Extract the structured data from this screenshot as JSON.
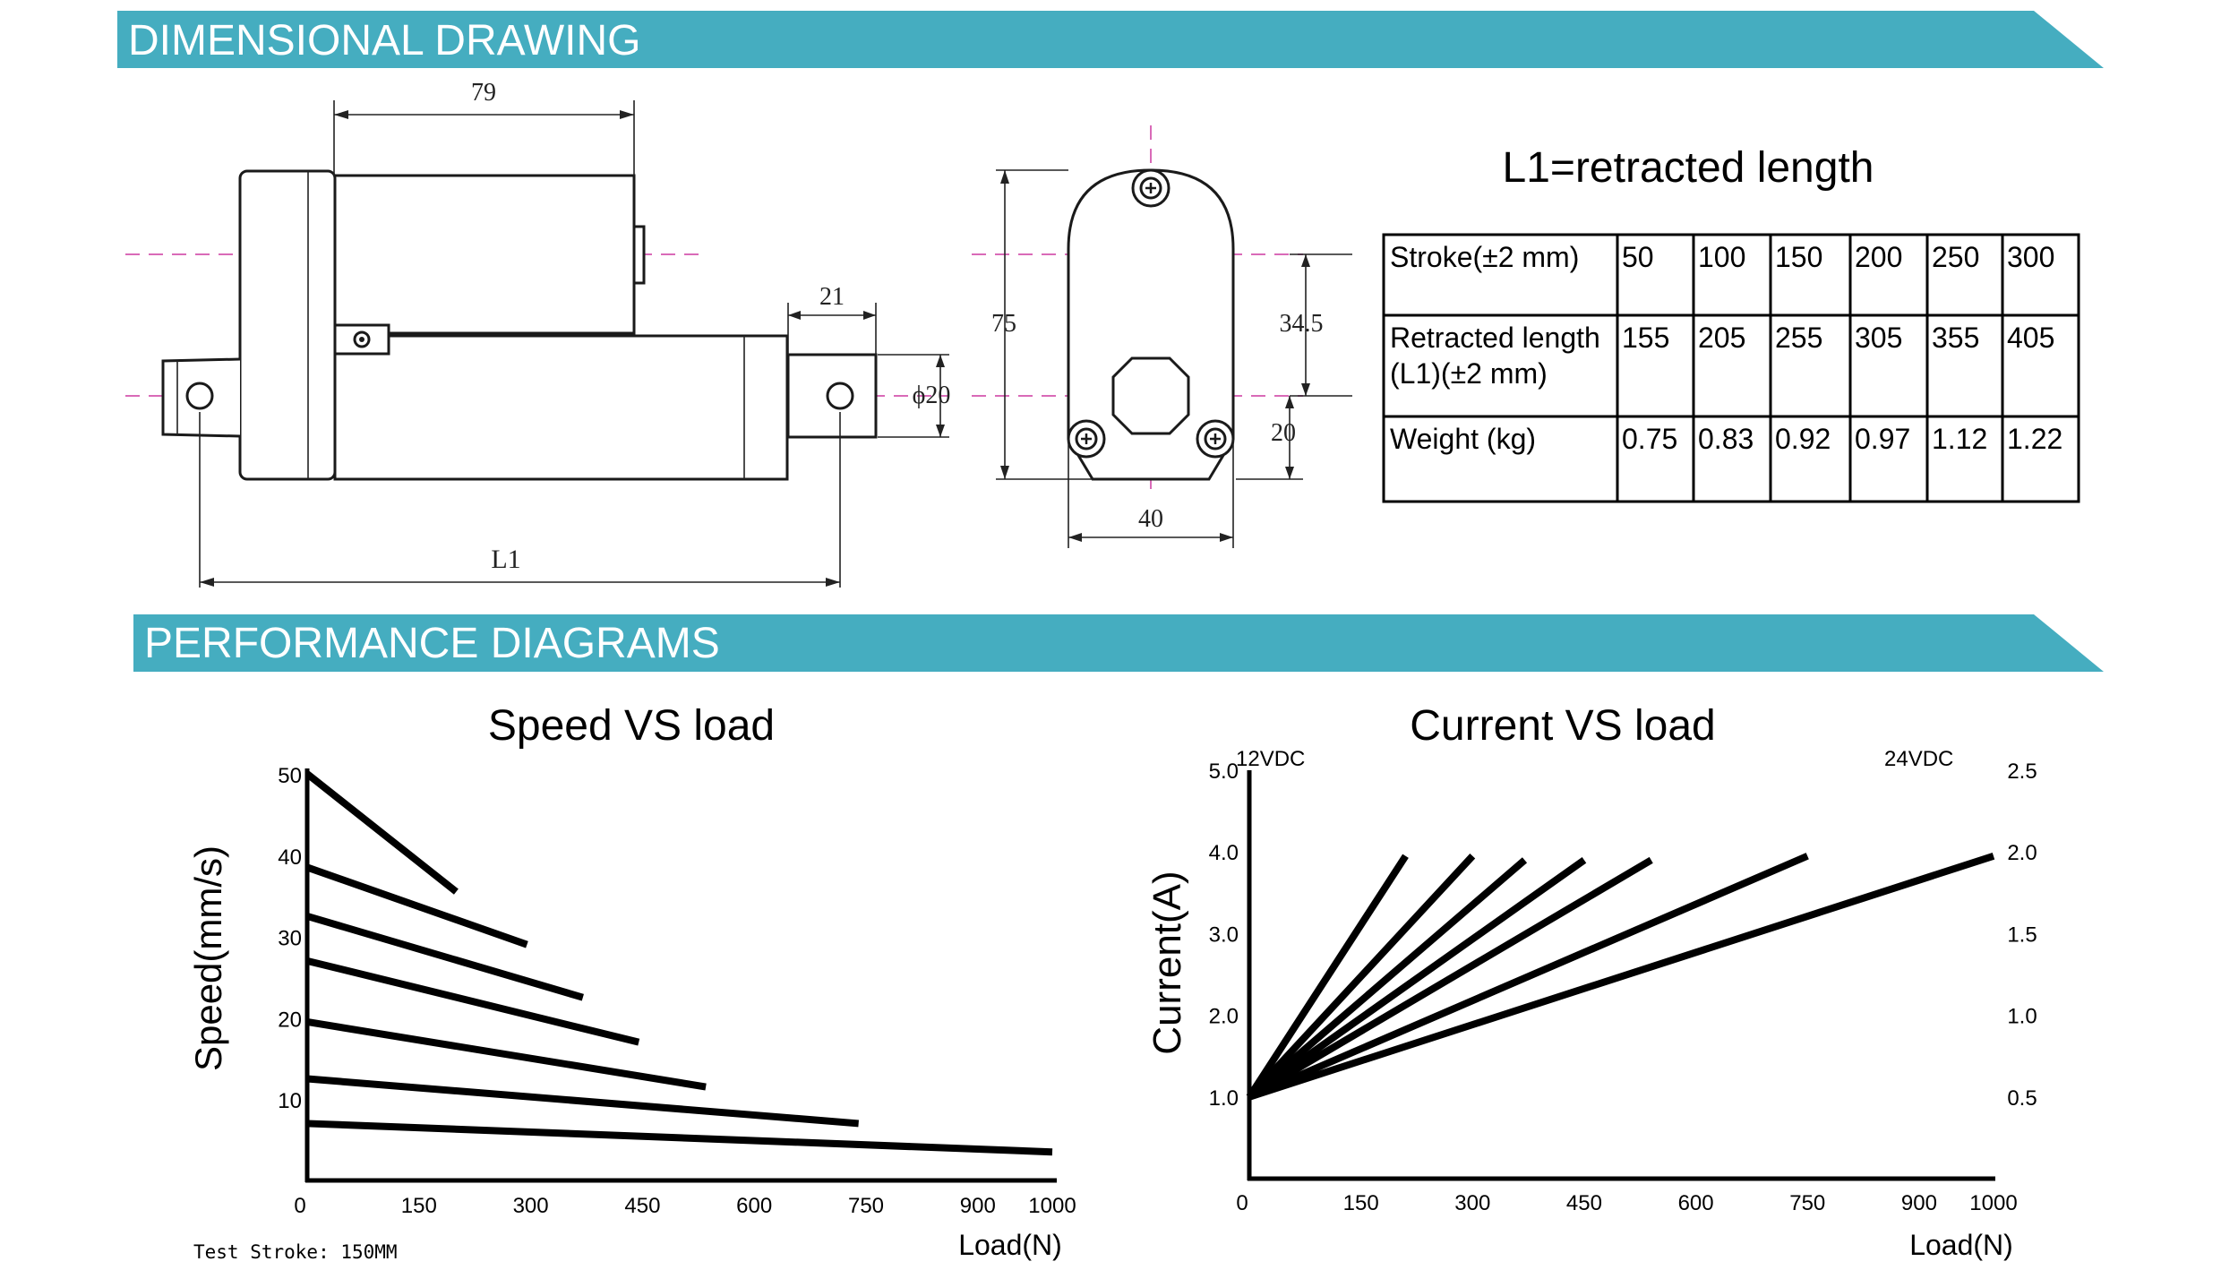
{
  "sections": {
    "dimensional": "DIMENSIONAL DRAWING",
    "performance": "PERFORMANCE DIAGRAMS"
  },
  "colors": {
    "banner": "#45adc0",
    "centerline": "#d96ab8"
  },
  "drawing": {
    "side_dims": {
      "top": "79",
      "right": "21",
      "bottom": "L1",
      "dia": "ϕ20"
    },
    "end_dims": {
      "height": "75",
      "offset": "34.5",
      "lower": "20",
      "width": "40"
    }
  },
  "table": {
    "title": "L1=retracted length",
    "rows": [
      {
        "label": [
          "Stroke(±2 mm)"
        ],
        "values": [
          "50",
          "100",
          "150",
          "200",
          "250",
          "300"
        ]
      },
      {
        "label": [
          "Retracted length",
          "(L1)(±2 mm)"
        ],
        "values": [
          "155",
          "205",
          "255",
          "305",
          "355",
          "405"
        ]
      },
      {
        "label": [
          "Weight (kg)"
        ],
        "values": [
          "0.75",
          "0.83",
          "0.92",
          "0.97",
          "1.12",
          "1.22"
        ]
      }
    ]
  },
  "chart_data": [
    {
      "type": "line",
      "title": "Speed VS load",
      "xlabel": "Load(N)",
      "ylabel": "Speed(mm/s)",
      "xlim": [
        0,
        1000
      ],
      "ylim": [
        0,
        50
      ],
      "xticks": [
        "0",
        "150",
        "300",
        "450",
        "600",
        "750",
        "900",
        "1000"
      ],
      "yticks": [
        "10",
        "20",
        "30",
        "40",
        "50"
      ],
      "series": [
        {
          "x": [
            0,
            200
          ],
          "y": [
            50,
            35.5
          ]
        },
        {
          "x": [
            0,
            295
          ],
          "y": [
            38.5,
            29
          ]
        },
        {
          "x": [
            0,
            370
          ],
          "y": [
            32.5,
            22.5
          ]
        },
        {
          "x": [
            0,
            445
          ],
          "y": [
            27,
            17
          ]
        },
        {
          "x": [
            0,
            535
          ],
          "y": [
            19.5,
            11.5
          ]
        },
        {
          "x": [
            0,
            740
          ],
          "y": [
            12.5,
            7
          ]
        },
        {
          "x": [
            0,
            1000
          ],
          "y": [
            7,
            3.5
          ]
        }
      ],
      "note": "Test Stroke: 150MM"
    },
    {
      "type": "line",
      "title": "Current VS load",
      "xlabel": "Load(N)",
      "ylabel": "Current(A)",
      "xlim": [
        0,
        1000
      ],
      "ylim": [
        0,
        5
      ],
      "y2lim": [
        0,
        2.5
      ],
      "y_axis_label": "12VDC",
      "y2_axis_label": "24VDC",
      "xticks": [
        "0",
        "150",
        "300",
        "450",
        "600",
        "750",
        "900",
        "1000"
      ],
      "yticks": [
        "1.0",
        "2.0",
        "3.0",
        "4.0",
        "5.0"
      ],
      "y2ticks": [
        "0.5",
        "1.0",
        "1.5",
        "2.0",
        "2.5"
      ],
      "series": [
        {
          "x": [
            0,
            210
          ],
          "y": [
            1.0,
            3.95
          ]
        },
        {
          "x": [
            0,
            300
          ],
          "y": [
            1.0,
            3.95
          ]
        },
        {
          "x": [
            0,
            370
          ],
          "y": [
            1.0,
            3.9
          ]
        },
        {
          "x": [
            0,
            450
          ],
          "y": [
            1.0,
            3.9
          ]
        },
        {
          "x": [
            0,
            540
          ],
          "y": [
            1.0,
            3.9
          ]
        },
        {
          "x": [
            0,
            750
          ],
          "y": [
            1.0,
            3.95
          ]
        },
        {
          "x": [
            0,
            1000
          ],
          "y": [
            1.0,
            3.95
          ]
        }
      ]
    }
  ]
}
